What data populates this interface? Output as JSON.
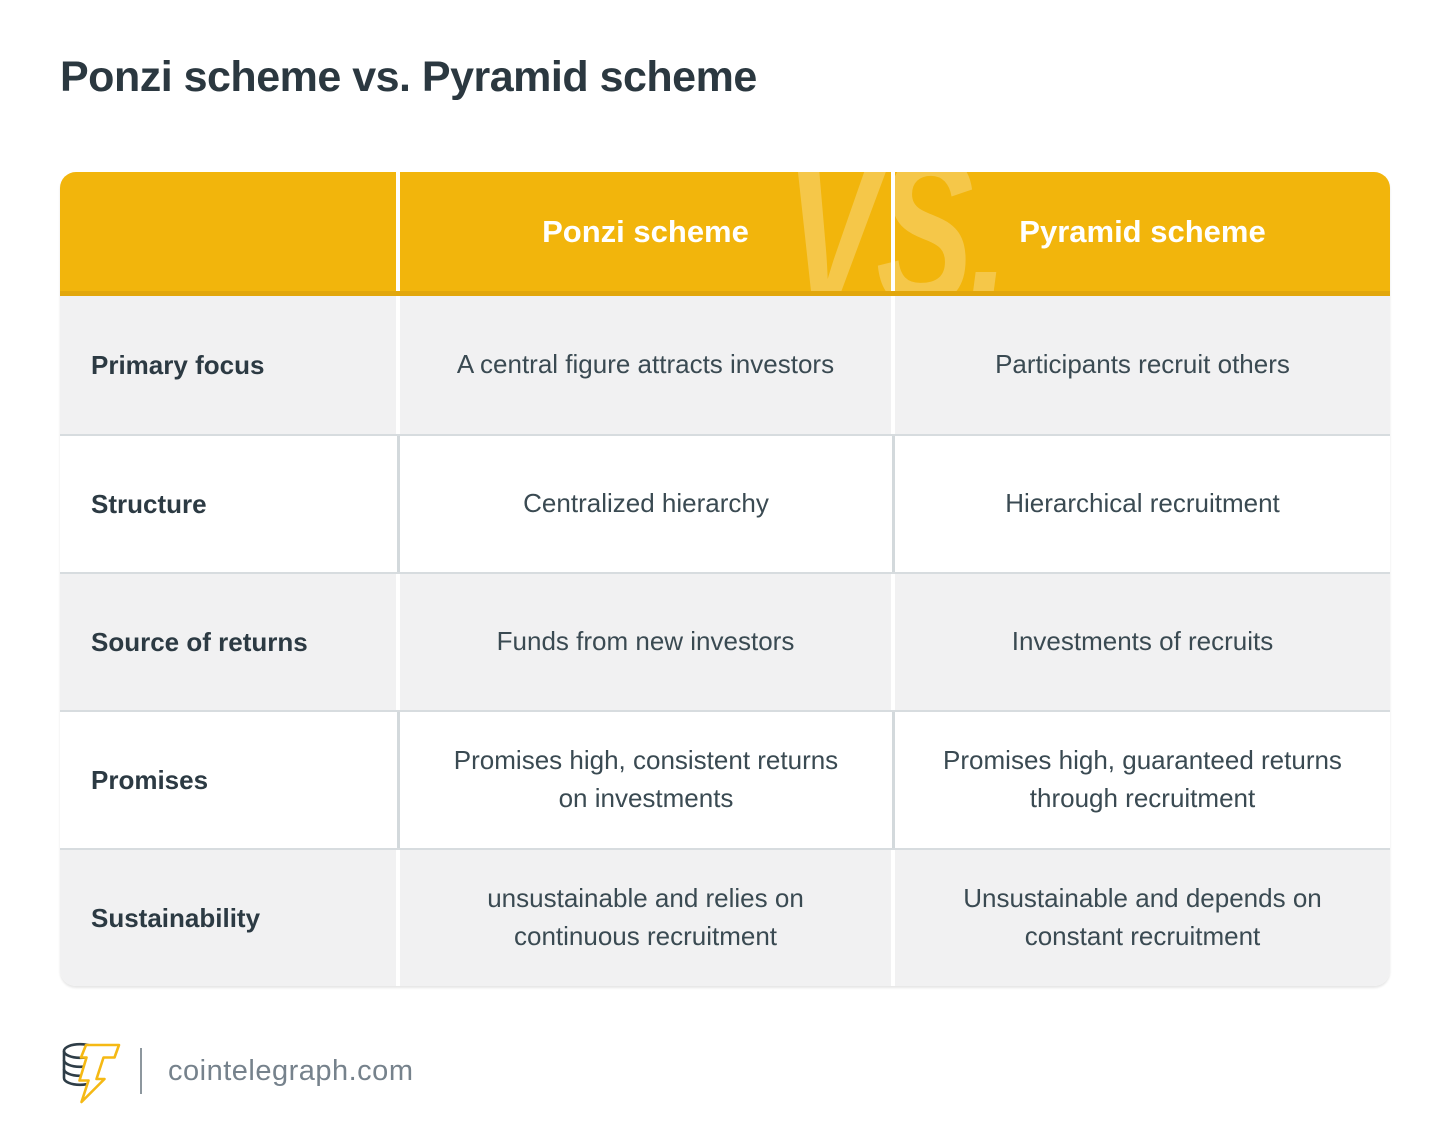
{
  "page": {
    "title": "Ponzi scheme vs. Pyramid scheme"
  },
  "table": {
    "watermark": "VS.",
    "columns": [
      "",
      "Ponzi scheme",
      "Pyramid scheme"
    ],
    "rows": [
      {
        "label": "Primary focus",
        "ponzi": "A central figure attracts investors",
        "pyramid": "Participants recruit others"
      },
      {
        "label": "Structure",
        "ponzi": "Centralized hierarchy",
        "pyramid": "Hierarchical recruitment"
      },
      {
        "label": "Source of returns",
        "ponzi": "Funds from new investors",
        "pyramid": "Investments of recruits"
      },
      {
        "label": "Promises",
        "ponzi": "Promises high, consistent returns on investments",
        "pyramid": "Promises high, guaranteed returns through recruitment"
      },
      {
        "label": "Sustainability",
        "ponzi": "unsustainable and relies on continuous recruitment",
        "pyramid": "Unsustainable and depends on constant recruitment"
      }
    ]
  },
  "chart_data": {
    "type": "table",
    "title": "Ponzi scheme vs. Pyramid scheme",
    "columns": [
      "",
      "Ponzi scheme",
      "Pyramid scheme"
    ],
    "rows": [
      [
        "Primary focus",
        "A central figure attracts investors",
        "Participants recruit others"
      ],
      [
        "Structure",
        "Centralized hierarchy",
        "Hierarchical recruitment"
      ],
      [
        "Source of returns",
        "Funds from new investors",
        "Investments of recruits"
      ],
      [
        "Promises",
        "Promises high, consistent returns on investments",
        "Promises high, guaranteed returns through recruitment"
      ],
      [
        "Sustainability",
        "unsustainable and relies on continuous recruitment",
        "Unsustainable and depends on constant recruitment"
      ]
    ]
  },
  "footer": {
    "site": "cointelegraph.com",
    "logo_icon": "coin-stack-lightning-icon"
  },
  "colors": {
    "accent": "#F2B50C",
    "header_bottom_edge": "#E2A70C",
    "watermark_tint": "#F7CB4D",
    "row_alt": "#F1F1F2",
    "row_separator": "#D7DCDF",
    "cell_divider_on_white": "#D3D9DC",
    "title_text": "#2B3840",
    "label_text": "#2C3A43",
    "body_text": "#3A4A52",
    "header_text": "#FFFFFF",
    "footer_text": "#76828C",
    "logo_outline": "#2E3D47",
    "logo_bolt": "#F5B914"
  }
}
